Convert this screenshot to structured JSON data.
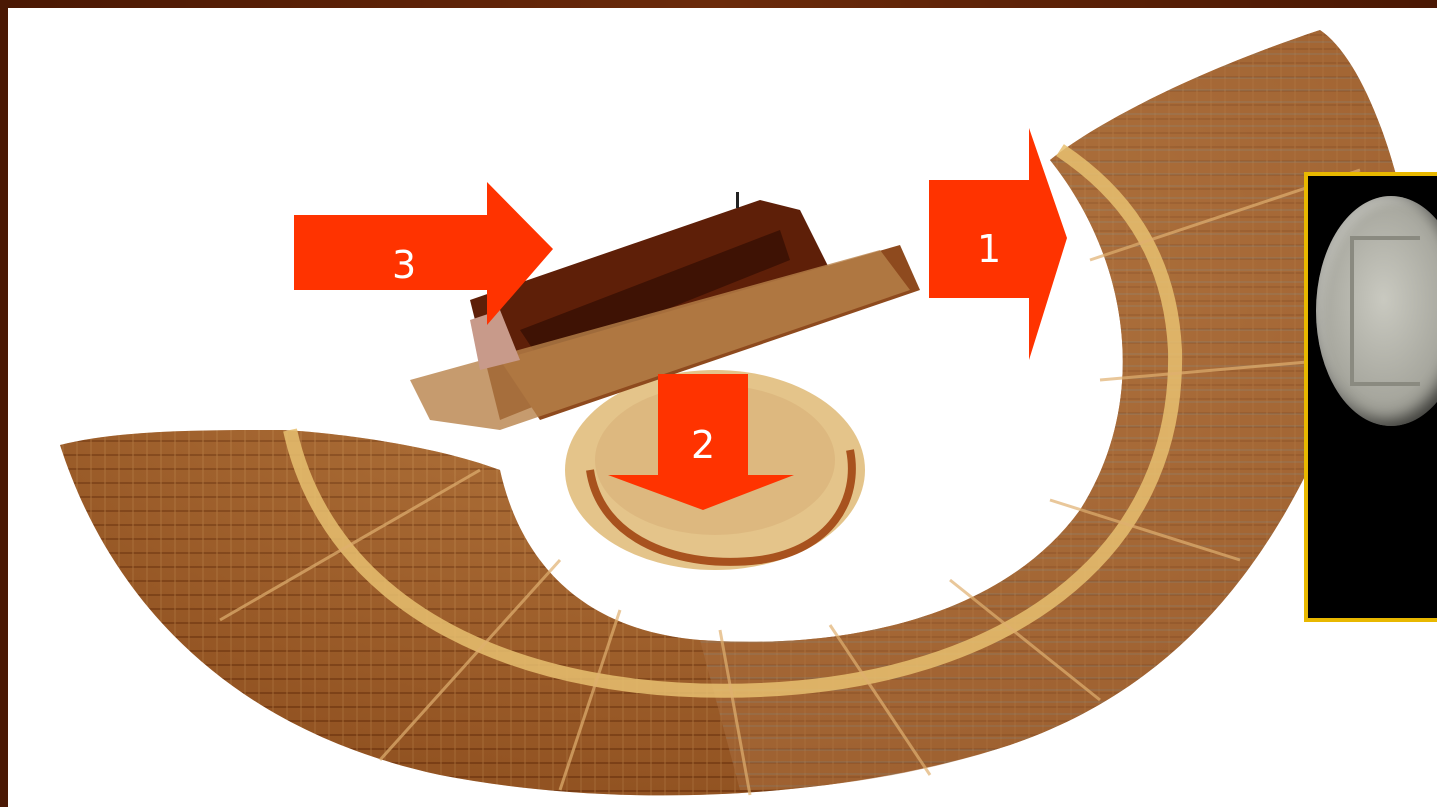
{
  "image": {
    "subject": "theatre-model",
    "inset": "coin-token"
  },
  "arrows": [
    {
      "label": "1",
      "direction": "right"
    },
    {
      "label": "2",
      "direction": "down"
    },
    {
      "label": "3",
      "direction": "right"
    }
  ],
  "colors": {
    "arrow": "#ff3300",
    "frame": "#5a1f08",
    "inset_border": "#e8b800"
  }
}
